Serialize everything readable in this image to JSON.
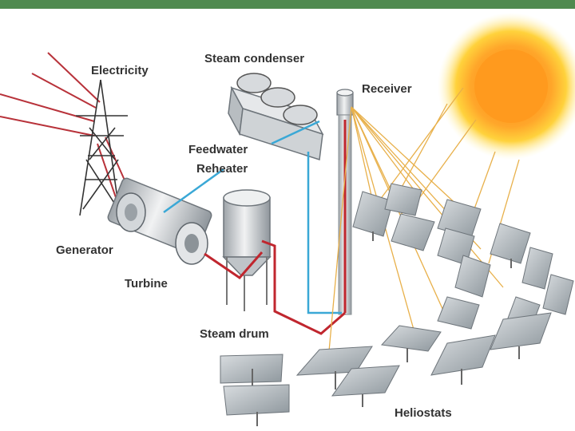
{
  "labels": {
    "electricity": "Electricity",
    "steam_condenser": "Steam condenser",
    "receiver": "Receiver",
    "feedwater_line1": "Feedwater",
    "feedwater_line2": "Reheater",
    "generator": "Generator",
    "turbine": "Turbine",
    "steam_drum": "Steam drum",
    "heliostats": "Heliostats"
  },
  "colors": {
    "top_bar": "#4f8a4f",
    "steam_pipe": "#c0262e",
    "water_pipe": "#3aa8d6",
    "sun_ray": "#e8b04a",
    "sun_core": "#ff9a1e",
    "sun_glow": "#ffe14d",
    "power_line": "#b8323a",
    "metal": "#c9cdd1",
    "panel": "#aab2b8",
    "label_text": "#333333"
  },
  "icons": {
    "sun": "sun-icon",
    "transmission_tower": "pylon-icon",
    "generator_turbine": "generator-turbine-icon",
    "steam_condenser": "condenser-icon",
    "steam_drum": "steam-drum-icon",
    "receiver": "receiver-tower-icon",
    "heliostat": "heliostat-mirror-icon"
  }
}
